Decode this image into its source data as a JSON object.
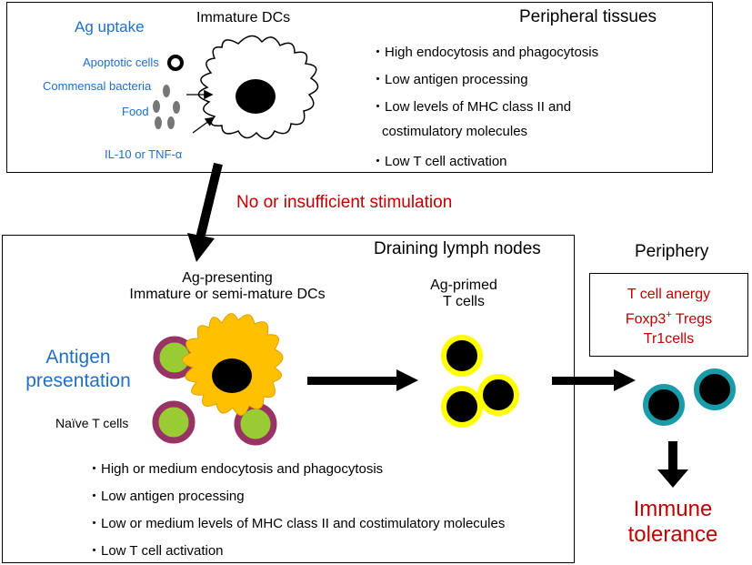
{
  "top_box": {
    "title": "Peripheral tissues",
    "ag_uptake": "Ag uptake",
    "immature_dcs": "Immature  DCs",
    "apoptotic_cells": "Apoptotic cells",
    "commensal_bacteria": "Commensal bacteria",
    "food": "Food",
    "il10": "IL-10 or TNF-α",
    "bullets": [
      "・High endocytosis and phagocytosis",
      "・Low antigen processing",
      "・Low levels of MHC class II and",
      "costimulatory molecules",
      "・Low T cell activation"
    ]
  },
  "stimulation_label": "No or insufficient stimulation",
  "lymph_box": {
    "title": "Draining lymph nodes",
    "ag_presenting_line1": "Ag-presenting",
    "ag_presenting_line2": "Immature  or semi-mature  DCs",
    "ag_primed_line1": "Ag-primed",
    "ag_primed_line2": "T cells",
    "antigen_line1": "Antigen",
    "antigen_line2": "presentation",
    "naive_t_cells": "Naïve T cells",
    "bullets": [
      "・High or medium endocytosis and phagocytosis",
      "・Low antigen processing",
      "・Low or medium levels of MHC class II and costimulatory molecules",
      "・Low T cell activation"
    ]
  },
  "periphery": {
    "title": "Periphery",
    "t_cell_anergy": "T cell anergy",
    "foxp3": "Foxp3",
    "foxp3_sup": "+",
    "tregs": " Tregs",
    "tr1": "Tr1cells",
    "immune_line1": "Immune",
    "immune_line2": "tolerance"
  },
  "colors": {
    "blue_text": "#1f6fc5",
    "red_text": "#c00000",
    "dc_orange": "#ffc000",
    "t_cell_yellow": "#ffff00",
    "naive_green": "#99cc33",
    "naive_ring": "#993366",
    "treg_teal": "#1a9ba8"
  }
}
